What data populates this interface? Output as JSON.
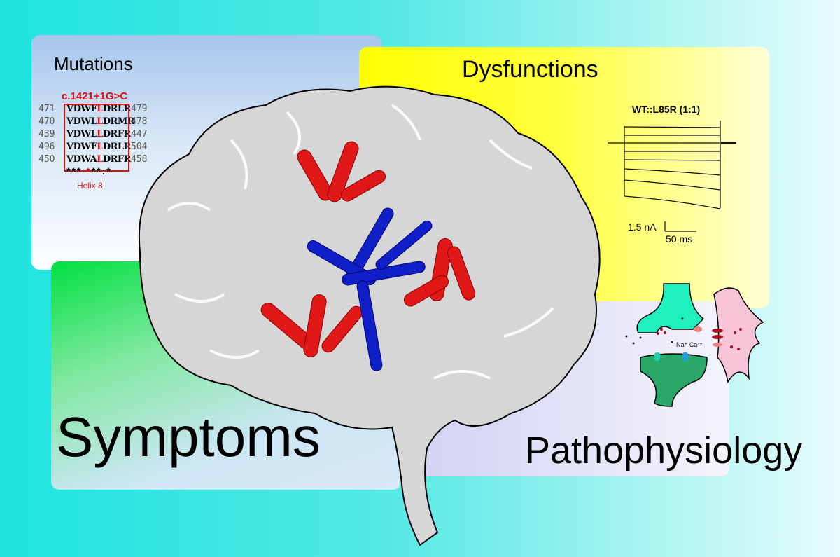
{
  "panels": {
    "mutations": {
      "title": "Mutations",
      "mutation": "c.1421+1G>C",
      "rows": [
        {
          "start": "471",
          "pre": "VDWF",
          "mid": "L",
          "post": "DRLR",
          "end": "479"
        },
        {
          "start": "470",
          "pre": "VDWL",
          "mid": "L",
          "post": "DRMR",
          "end": "478"
        },
        {
          "start": "439",
          "pre": "VDWL",
          "mid": "L",
          "post": "DRFR",
          "end": "447"
        },
        {
          "start": "496",
          "pre": "VDWF",
          "mid": "L",
          "post": "DRLR",
          "end": "504"
        },
        {
          "start": "450",
          "pre": "VDWA",
          "mid": "L",
          "post": "DRFR",
          "end": "458"
        }
      ],
      "conservation_a": "***",
      "conservation_b": "*",
      "conservation_c": "**:*",
      "region": "Helix 8"
    },
    "dysfunctions": {
      "title": "Dysfunctions",
      "trace_title": "WT::L85R (1:1)",
      "scale_current": "1.5 nA",
      "scale_time": "50 ms"
    },
    "symptoms": {
      "title": "Symptoms"
    },
    "pathophysiology": {
      "title": "Pathophysiology",
      "ions": "Na⁺ Ca²⁺"
    }
  },
  "colors": {
    "helix_red": "#e01010",
    "protein_red": "#e01818",
    "protein_blue": "#1020c8",
    "brain": "#d6d6d6"
  }
}
